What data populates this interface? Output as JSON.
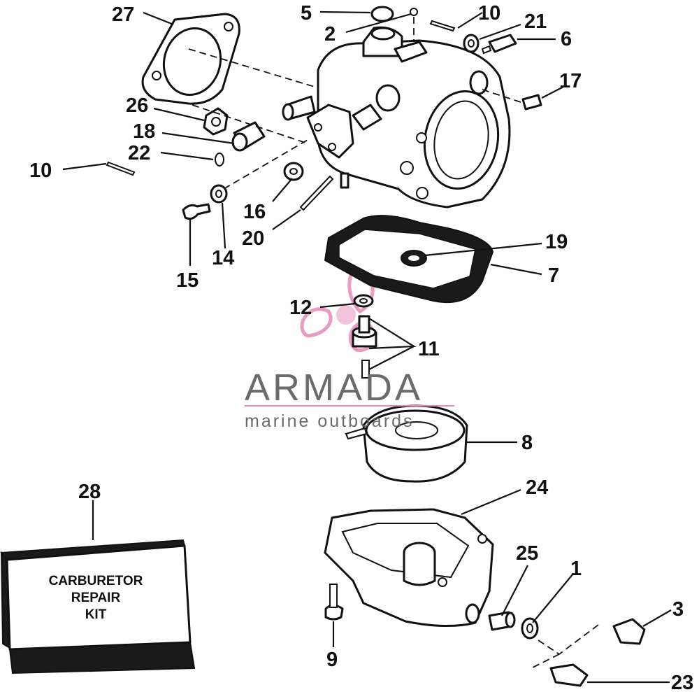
{
  "callouts": {
    "c1": "1",
    "c2": "2",
    "c3": "3",
    "c5": "5",
    "c6": "6",
    "c7": "7",
    "c8": "8",
    "c9": "9",
    "c10a": "10",
    "c10b": "10",
    "c11": "11",
    "c12": "12",
    "c14": "14",
    "c15": "15",
    "c16": "16",
    "c17": "17",
    "c18": "18",
    "c19": "19",
    "c20": "20",
    "c21": "21",
    "c22": "22",
    "c23": "23",
    "c24": "24",
    "c25": "25",
    "c26": "26",
    "c27": "27",
    "c28": "28"
  },
  "kit": {
    "line1": "CARBURETOR",
    "line2": "REPAIR",
    "line3": "KIT"
  },
  "watermark": {
    "brand": "ARMADA",
    "tagline": "marine outboards",
    "accent_color": "#e48bb7",
    "text_color": "#6b6b6b"
  }
}
